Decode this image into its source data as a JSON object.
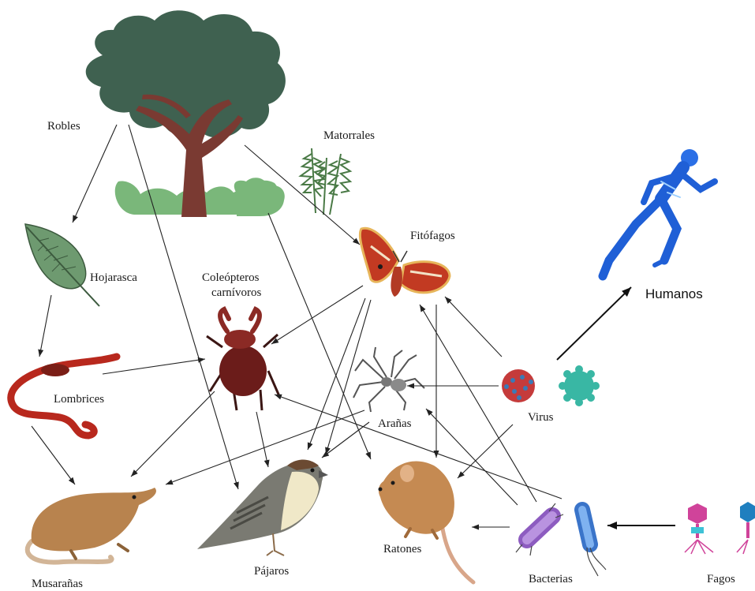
{
  "nodes": {
    "robles": "Robles",
    "matorrales": "Matorrales",
    "hojarasca": "Hojarasca",
    "coleopteros_1": "Coleópteros",
    "coleopteros_2": "carnívoros",
    "fitofagos": "Fitófagos",
    "humanos": "Humanos",
    "lombrices": "Lombrices",
    "aranas": "Arañas",
    "virus": "Virus",
    "musaranas": "Musarañas",
    "pajaros": "Pájaros",
    "ratones": "Ratones",
    "bacterias": "Bacterias",
    "fagos": "Fagos"
  },
  "icons": [
    "oak-tree-icon",
    "shrub-icon",
    "leaf-icon",
    "earthworm-icon",
    "beetle-icon",
    "moth-icon",
    "spider-icon",
    "virus-icon",
    "human-runner-icon",
    "shrew-icon",
    "sparrow-icon",
    "mouse-icon",
    "bacteria-icon",
    "phage-icon"
  ],
  "colors": {
    "arrow": "#222222",
    "tree_canopy": "#3f6150",
    "tree_trunk": "#7a3a32",
    "grass": "#7ab77a",
    "leaf": "#6e9a70",
    "worm": "#b8281d",
    "beetle": "#8b2a25",
    "moth": "#c23a22",
    "virus_red": "#c53b3b",
    "virus_teal": "#39b7a4",
    "human": "#1f5fd6",
    "mammal": "#c58a52",
    "bird": "#6b6b6b",
    "bacteria_purple": "#8d5cc0",
    "bacteria_blue": "#3a74c9",
    "phage_pink": "#d0439a",
    "phage_blue": "#1f7fbf"
  }
}
